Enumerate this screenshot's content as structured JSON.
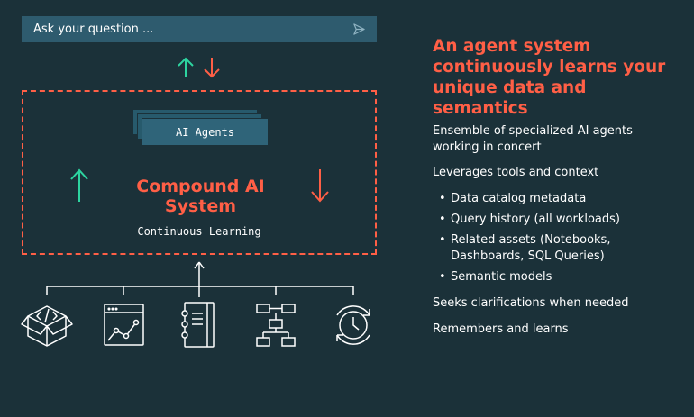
{
  "search": {
    "placeholder_text": "Ask your question ..."
  },
  "diagram": {
    "agents_label": "AI Agents",
    "compound_label": "Compound AI System",
    "learning_label": "Continuous Learning"
  },
  "panel": {
    "headline": "An agent system continuously learns your unique data and semantics",
    "paragraph_1": "Ensemble of specialized AI agents working in concert",
    "paragraph_2": "Leverages tools and context",
    "bullets": [
      "Data catalog metadata",
      "Query history (all workloads)",
      "Related assets (Notebooks, Dashboards, SQL Queries)",
      "Semantic models"
    ],
    "paragraph_3": "Seeks clarifications when needed",
    "paragraph_4": "Remembers and learns"
  },
  "icons": [
    "code-box-icon",
    "dashboard-chart-icon",
    "notebook-icon",
    "data-lineage-icon",
    "query-history-clock-icon"
  ],
  "colors": {
    "background": "#1b3139",
    "accent": "#ff5f46",
    "up_arrow": "#2dd4a0",
    "card": "#2e5b6e"
  }
}
